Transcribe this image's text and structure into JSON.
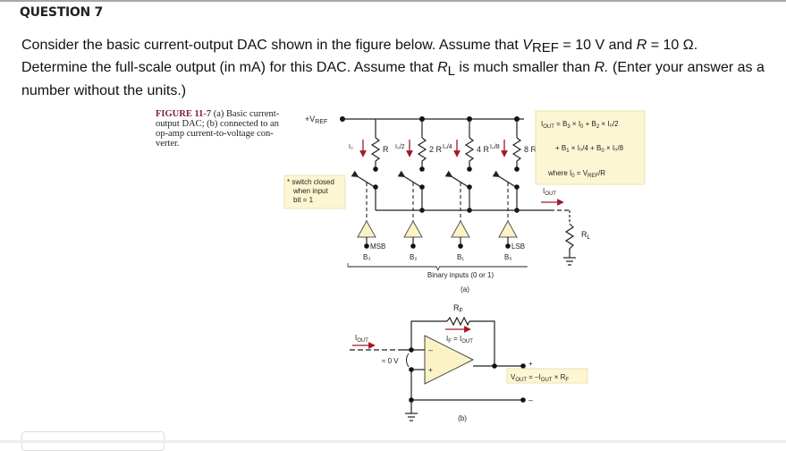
{
  "question": {
    "title": "QUESTION 7",
    "line1_a": "Consider the basic current-output DAC shown in the figure below.  Assume that ",
    "vref_v": "V",
    "vref_sub": "REF",
    "line1_b": " = 10 V and ",
    "r_sym": "R",
    "line1_c": " = 10 Ω.",
    "line2_a": "Determine the full-scale output (in mA) for this DAC. Assume that ",
    "rl_r": "R",
    "rl_sub": "L",
    "line2_b": " is much smaller than ",
    "r_sym2": "R.",
    "line2_c": "  (Enter your answer as a",
    "line3": "number without the units.)"
  },
  "figure": {
    "caption_label": "FIGURE 11-7",
    "caption_text": "   (a) Basic current-output DAC; (b) connected to an op-amp current-to-voltage con-verter.",
    "vref_label": "+V",
    "vref_sub": "REF",
    "switch_note": [
      "* switch closed",
      "when input",
      "bit = 1"
    ],
    "branches": [
      {
        "current": "I₀",
        "resistor": "R",
        "bit": "B₃",
        "tag": "MSB"
      },
      {
        "current": "I₀/2",
        "resistor": "2 R",
        "bit": "B₂",
        "tag": ""
      },
      {
        "current": "I₀/4",
        "resistor": "4 R",
        "bit": "B₁",
        "tag": ""
      },
      {
        "current": "I₀/8",
        "resistor": "8 R",
        "bit": "B₀",
        "tag": "LSB"
      }
    ],
    "formula_line1": "I_OUT = B₃ × I₀ + B₂ × I₀/2",
    "formula_line2": "+ B₁ × I₀/4 + B₀ × I₀/8",
    "formula_where": "where I₀ = V_REF / R",
    "iout_label": "I",
    "iout_sub": "OUT",
    "rl_label": "R",
    "rl_sub": "L",
    "binary_inputs": "Binary inputs (0 or 1)",
    "part_a": "(a)",
    "rf_label": "R",
    "rf_sub": "F",
    "if_label": "I_F = I_OUT",
    "zero_v": "≈ 0 V",
    "vout_eq": "V_OUT = –I_OUT × R_F",
    "part_b": "(b)",
    "plus": "+",
    "minus": "–"
  },
  "colors": {
    "arrow": "#a0182a",
    "note_bg": "#fdf6d3",
    "amp_fill": "#fbf3c6"
  }
}
